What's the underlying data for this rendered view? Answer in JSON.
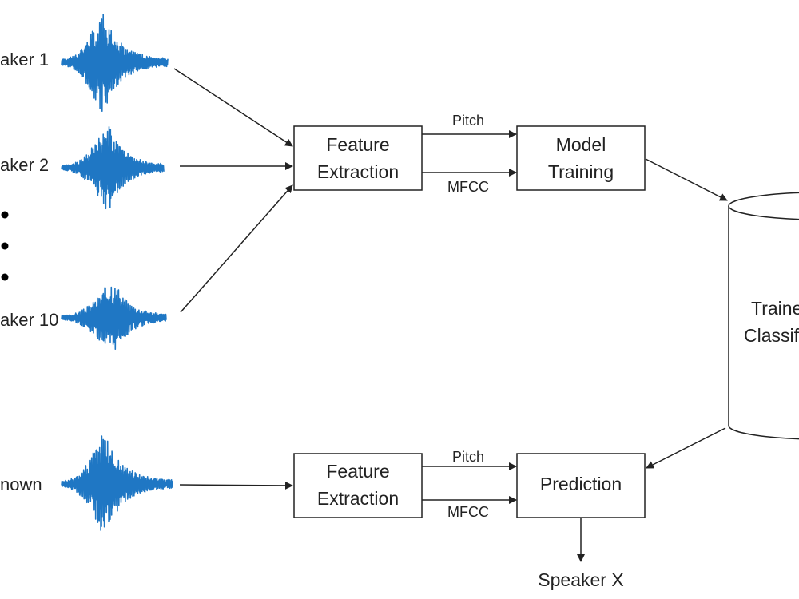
{
  "speakers": {
    "speaker1": "aker 1",
    "speaker2": "aker 2",
    "speaker10": "aker 10",
    "unknown": "nown"
  },
  "train_block": {
    "feature_extraction": [
      "Feature",
      "Extraction"
    ],
    "pitch": "Pitch",
    "mfcc": "MFCC",
    "model_training": [
      "Model",
      "Training"
    ]
  },
  "classifier": {
    "label": [
      "Traine",
      "Classif"
    ]
  },
  "test_block": {
    "feature_extraction": [
      "Feature",
      "Extraction"
    ],
    "pitch": "Pitch",
    "mfcc": "MFCC",
    "prediction": "Prediction",
    "output": "Speaker X"
  },
  "colors": {
    "waveform": "#1f77c4",
    "lines": "#222222"
  }
}
